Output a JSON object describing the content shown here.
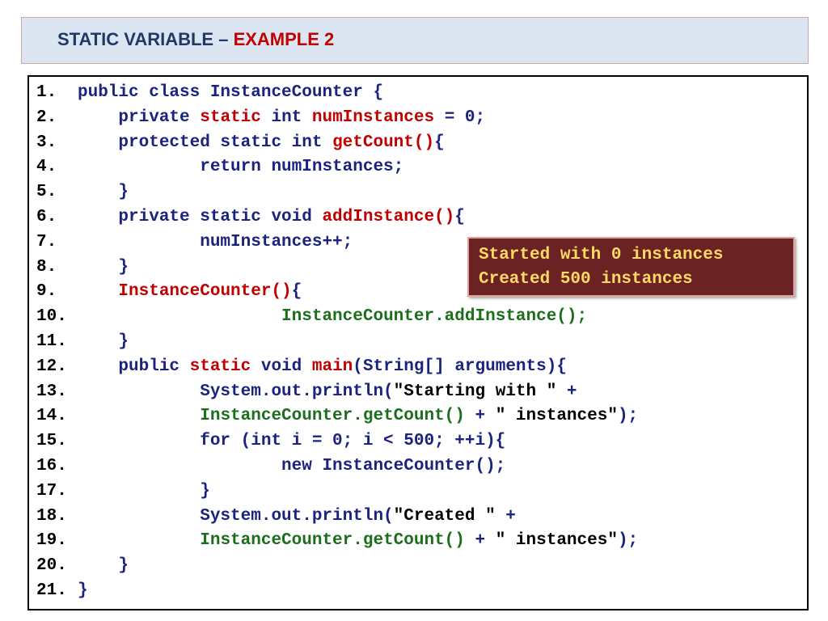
{
  "header": {
    "title_main": "STATIC VARIABLE – ",
    "title_accent": "EXAMPLE 2"
  },
  "code": {
    "lines": [
      {
        "num": "1.",
        "segs": [
          [
            "k",
            "public class InstanceCounter {"
          ]
        ]
      },
      {
        "num": "2.",
        "segs": [
          [
            "k",
            "    private "
          ],
          [
            "r",
            "static"
          ],
          [
            "k",
            " int "
          ],
          [
            "r",
            "numInstances"
          ],
          [
            "k",
            " = 0;"
          ]
        ]
      },
      {
        "num": "3.",
        "segs": [
          [
            "k",
            "    protected static int "
          ],
          [
            "r",
            "getCount()"
          ],
          [
            "k",
            "{"
          ]
        ]
      },
      {
        "num": "4.",
        "segs": [
          [
            "k",
            "            return numInstances;"
          ]
        ]
      },
      {
        "num": "5.",
        "segs": [
          [
            "k",
            "    }"
          ]
        ]
      },
      {
        "num": "6.",
        "segs": [
          [
            "k",
            "    private static void "
          ],
          [
            "r",
            "addInstance()"
          ],
          [
            "k",
            "{"
          ]
        ]
      },
      {
        "num": "7.",
        "segs": [
          [
            "k",
            "            numInstances++;"
          ]
        ]
      },
      {
        "num": "8.",
        "segs": [
          [
            "k",
            "    }"
          ]
        ]
      },
      {
        "num": "9.",
        "segs": [
          [
            "k",
            "    "
          ],
          [
            "r",
            "InstanceCounter()"
          ],
          [
            "k",
            "{"
          ]
        ]
      },
      {
        "num": "10.",
        "segs": [
          [
            "k",
            "                    "
          ],
          [
            "g",
            "InstanceCounter.addInstance();"
          ]
        ]
      },
      {
        "num": "11.",
        "segs": [
          [
            "k",
            "    }"
          ]
        ]
      },
      {
        "num": "12.",
        "segs": [
          [
            "k",
            "    public "
          ],
          [
            "r",
            "static"
          ],
          [
            "k",
            " void "
          ],
          [
            "r",
            "main"
          ],
          [
            "k",
            "(String[] arguments){"
          ]
        ]
      },
      {
        "num": "13.",
        "segs": [
          [
            "k",
            "            System.out.println("
          ],
          [
            "b",
            "\"Starting with \""
          ],
          [
            "k",
            " +"
          ]
        ]
      },
      {
        "num": "14.",
        "segs": [
          [
            "k",
            "            "
          ],
          [
            "g",
            "InstanceCounter.getCount()"
          ],
          [
            "k",
            " + "
          ],
          [
            "b",
            "\" instances\""
          ],
          [
            "k",
            ");"
          ]
        ]
      },
      {
        "num": "15.",
        "segs": [
          [
            "k",
            "            for (int i = 0; i < 500; ++i){"
          ]
        ]
      },
      {
        "num": "16.",
        "segs": [
          [
            "k",
            "                    new InstanceCounter();"
          ]
        ]
      },
      {
        "num": "17.",
        "segs": [
          [
            "k",
            "            }"
          ]
        ]
      },
      {
        "num": "18.",
        "segs": [
          [
            "k",
            "            System.out.println("
          ],
          [
            "b",
            "\"Created \""
          ],
          [
            "k",
            " +"
          ]
        ]
      },
      {
        "num": "19.",
        "segs": [
          [
            "k",
            "            "
          ],
          [
            "g",
            "InstanceCounter.getCount()"
          ],
          [
            "k",
            " + "
          ],
          [
            "b",
            "\" instances\""
          ],
          [
            "k",
            ");"
          ]
        ]
      },
      {
        "num": "20.",
        "segs": [
          [
            "k",
            "    }"
          ]
        ]
      },
      {
        "num": "21.",
        "segs": [
          [
            "k",
            "}"
          ]
        ]
      }
    ]
  },
  "output": {
    "lines": [
      "Started with 0 instances",
      "Created 500 instances"
    ]
  },
  "colors": {
    "keyword": "#1a237e",
    "highlight": "#c00000",
    "method_call": "#1b6e1b",
    "string": "#000000",
    "output_bg": "#6b2222",
    "output_text": "#ffd966",
    "title_bg": "#dce6f2"
  }
}
